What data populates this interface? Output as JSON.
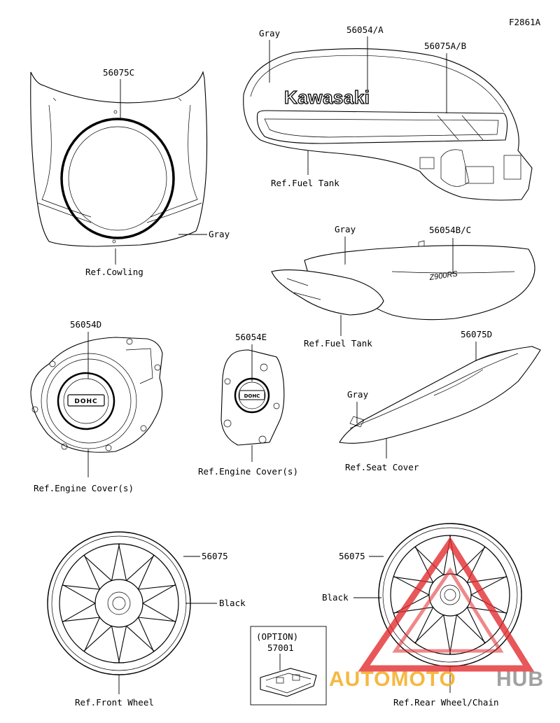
{
  "figure_id": "F2861A",
  "callouts": {
    "p56075C": "56075C",
    "ref_cowling": "Ref.Cowling",
    "gray_cowling": "Gray",
    "gray_tank": "Gray",
    "p56054A": "56054/A",
    "p56075AB": "56075A/B",
    "tank_logo": "Kawasaki",
    "ref_fuel_tank_1": "Ref.Fuel Tank",
    "gray_side": "Gray",
    "p56054BC": "56054B/C",
    "side_logo": "Z900RS",
    "ref_fuel_tank_2": "Ref.Fuel Tank",
    "p56054D": "56054D",
    "dohc_1": "DOHC",
    "ref_engine_covers_1": "Ref.Engine Cover(s)",
    "p56054E": "56054E",
    "dohc_2": "DOHC",
    "ref_engine_covers_2": "Ref.Engine Cover(s)",
    "p56075D": "56075D",
    "gray_seat": "Gray",
    "ref_seat_cover": "Ref.Seat Cover",
    "p56075_front": "56075",
    "black_front": "Black",
    "ref_front_wheel": "Ref.Front Wheel",
    "p56075_rear": "56075",
    "black_rear": "Black",
    "ref_rear_wheel": "Ref.Rear Wheel/Chain",
    "option": "(OPTION)",
    "p57001": "57001"
  },
  "watermark": {
    "text_a": "AUTOMOTO",
    "text_b": "HUB",
    "color_a": "#f5b233",
    "color_b": "#9a9a9a",
    "triangle_color": "#e2282c"
  }
}
